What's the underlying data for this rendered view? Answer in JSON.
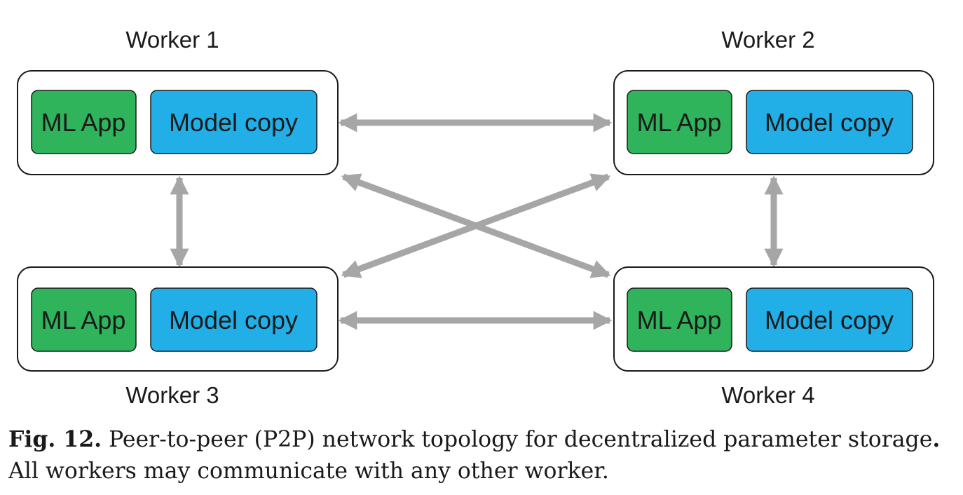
{
  "colors": {
    "ml_app_fill": "#2fb35b",
    "model_copy_fill": "#22aee6",
    "arrow": "#a6a6a6",
    "box_stroke": "#1a1a1a"
  },
  "workers": [
    {
      "title": "Worker 1",
      "ml_app": "ML App",
      "model_copy": "Model copy"
    },
    {
      "title": "Worker 2",
      "ml_app": "ML App",
      "model_copy": "Model copy"
    },
    {
      "title": "Worker 3",
      "ml_app": "ML App",
      "model_copy": "Model copy"
    },
    {
      "title": "Worker 4",
      "ml_app": "ML App",
      "model_copy": "Model copy"
    }
  ],
  "caption": {
    "label": "Fig. 12.",
    "text": "Peer-to-peer (P2P) network topology for decentralized parameter storage",
    "period": ".",
    "rest": "All workers may communicate with any other worker."
  }
}
